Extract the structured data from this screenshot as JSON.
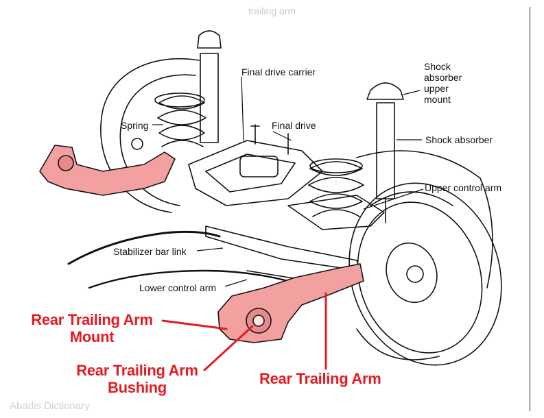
{
  "watermark_top": "trailing arm",
  "watermark_bottom": "Abadis Dictionary",
  "labels": {
    "final_drive_carrier": "Final drive carrier",
    "shock_absorber_upper_mount": [
      "Shock",
      "absorber",
      "upper",
      "mount"
    ],
    "spring": "Spring",
    "final_drive": "Final drive",
    "shock_absorber": "Shock absorber",
    "upper_control_arm": "Upper control arm",
    "stabilizer_bar_link": "Stabilizer bar link",
    "lower_control_arm": "Lower control arm"
  },
  "callouts": {
    "mount": [
      "Rear Trailing Arm",
      "Mount"
    ],
    "bushing": [
      "Rear Trailing Arm",
      "Bushing"
    ],
    "arm": "Rear Trailing Arm"
  },
  "colors": {
    "callout_red": "#e31b23",
    "arm_fill": "#f2a0a0",
    "line": "#111111"
  }
}
